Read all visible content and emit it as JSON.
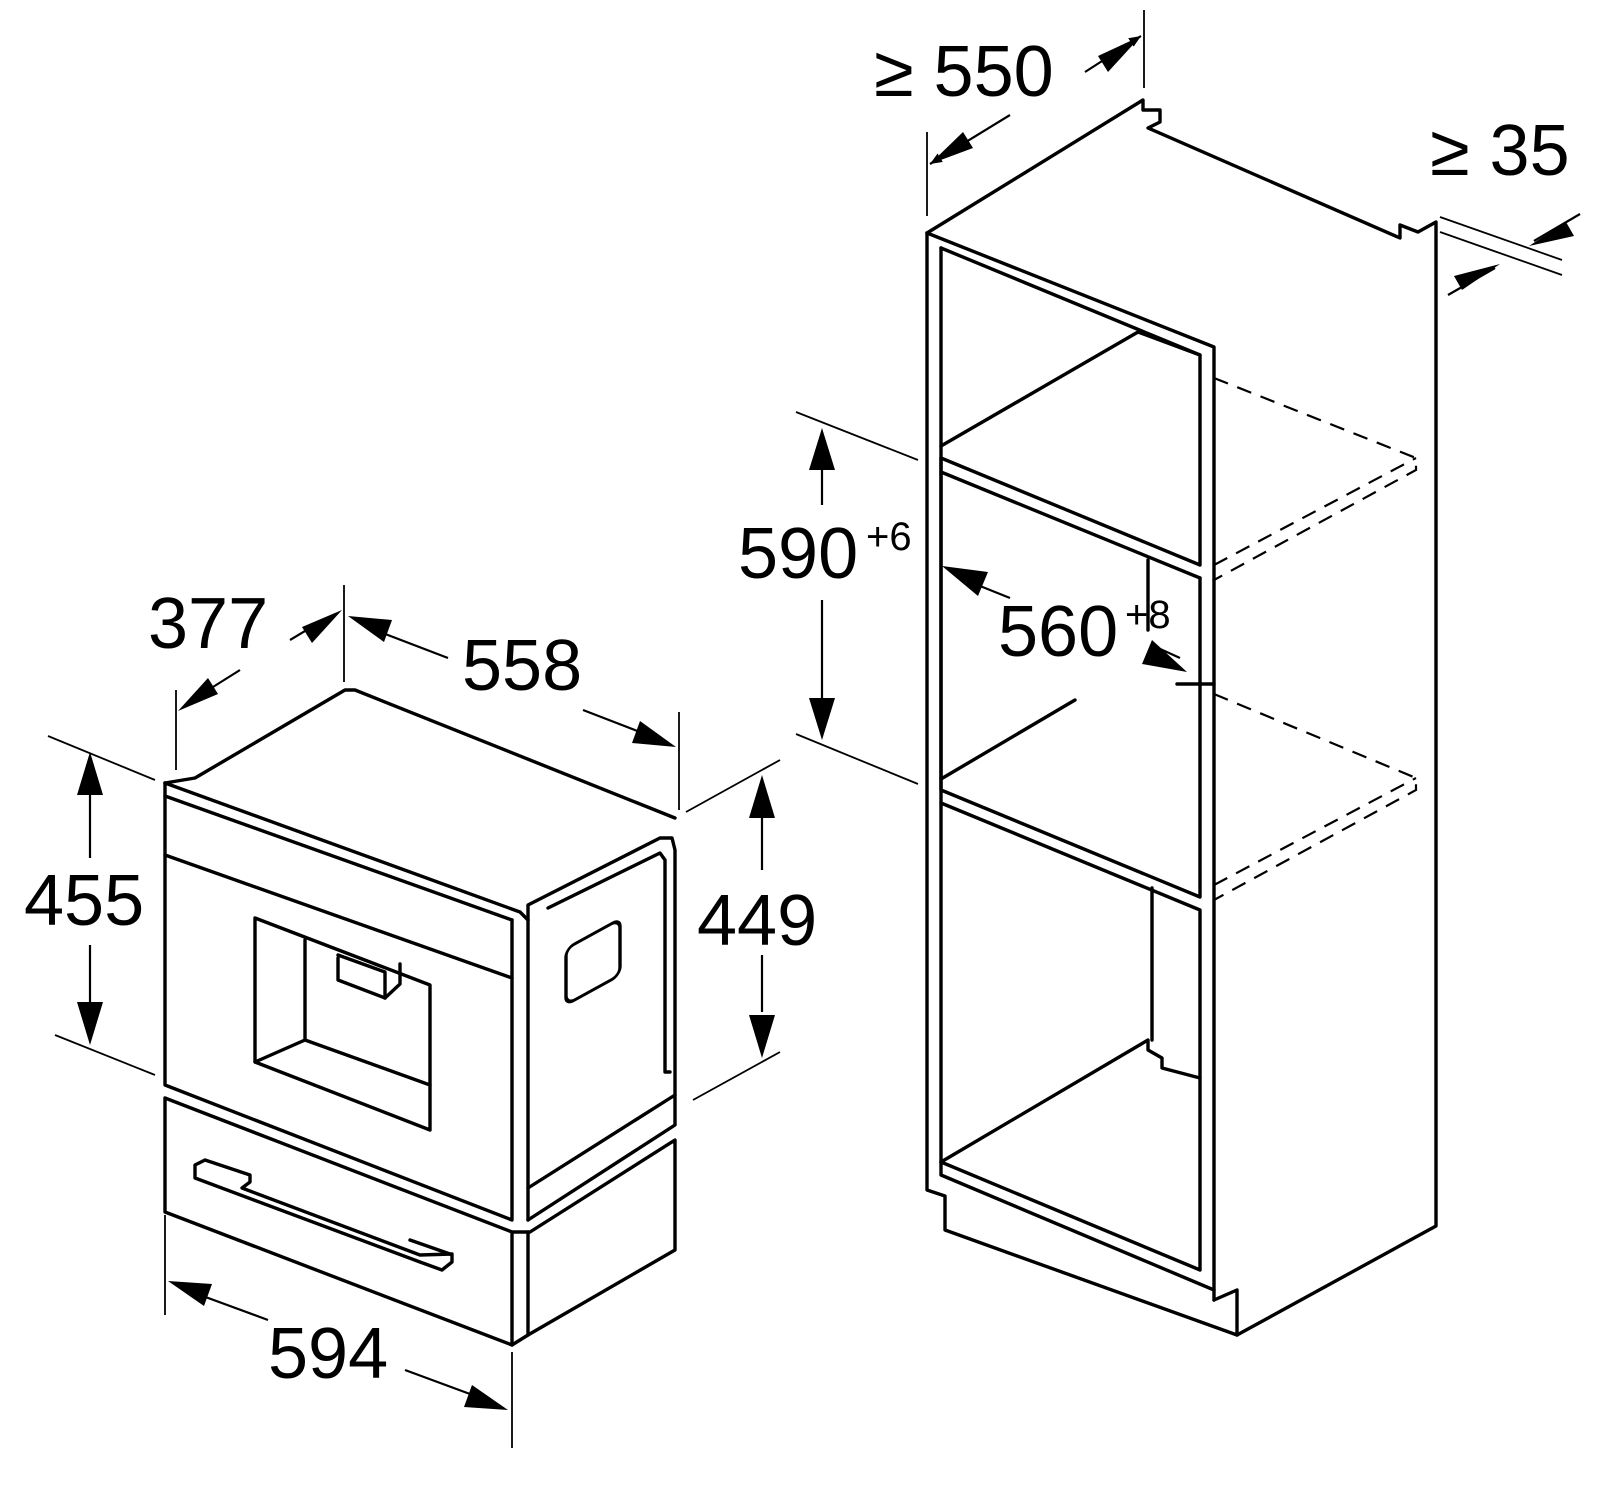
{
  "appliance": {
    "depth": "377",
    "cavity_depth": "558",
    "height": "455",
    "body_height": "449",
    "width": "594"
  },
  "cabinet": {
    "depth": "≥ 550",
    "rear_gap": "≥ 35",
    "niche_height": "590",
    "niche_height_tol": "+6",
    "niche_width": "560",
    "niche_width_tol": "+8"
  }
}
